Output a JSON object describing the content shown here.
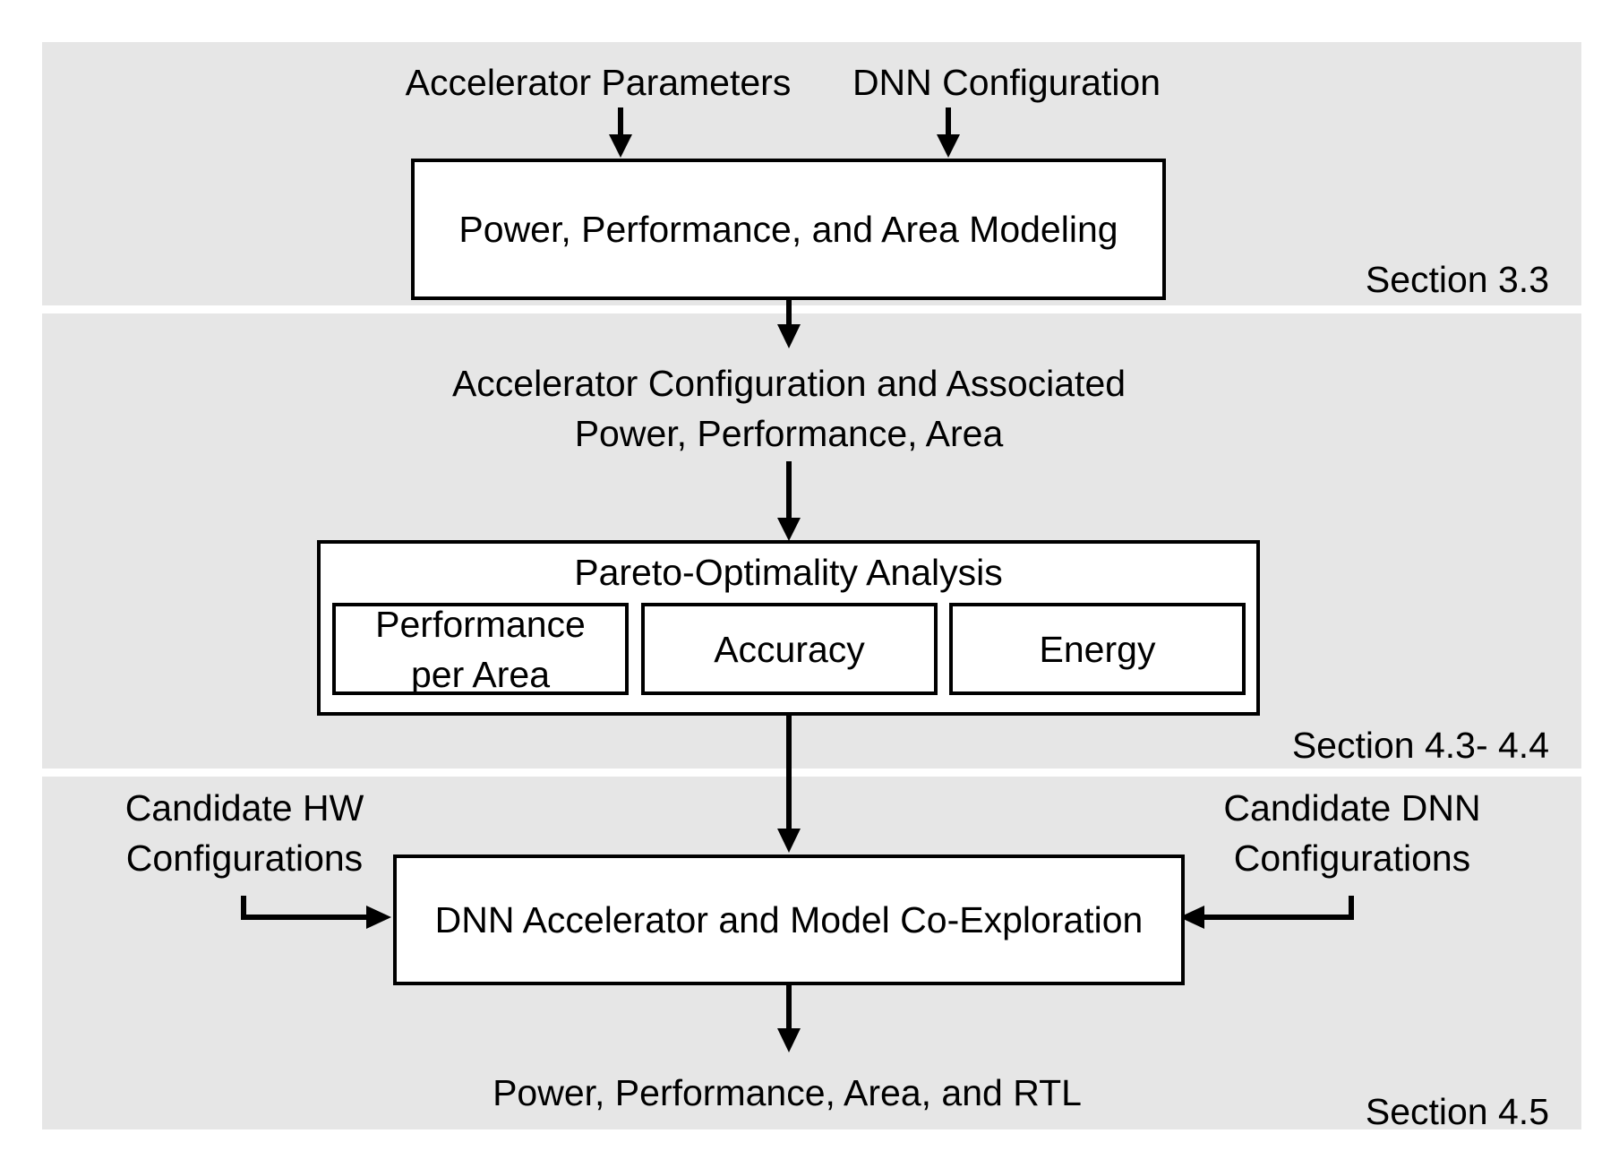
{
  "top_band": {
    "input_left": "Accelerator Parameters",
    "input_right": "DNN Configuration",
    "box_label": "Power, Performance, and Area Modeling",
    "section": "Section 3.3"
  },
  "middle_band": {
    "output_line1": "Accelerator Configuration and Associated",
    "output_line2": "Power, Performance, Area",
    "analysis_title": "Pareto-Optimality Analysis",
    "metric_1_line1": "Performance",
    "metric_1_line2": "per Area",
    "metric_2": "Accuracy",
    "metric_3": "Energy",
    "section": "Section 4.3- 4.4"
  },
  "bottom_band": {
    "left_input_line1": "Candidate HW",
    "left_input_line2": "Configurations",
    "right_input_line1": "Candidate DNN",
    "right_input_line2": "Configurations",
    "box_label": "DNN Accelerator and Model Co-Exploration",
    "output": "Power, Performance, Area, and RTL",
    "section": "Section 4.5"
  }
}
